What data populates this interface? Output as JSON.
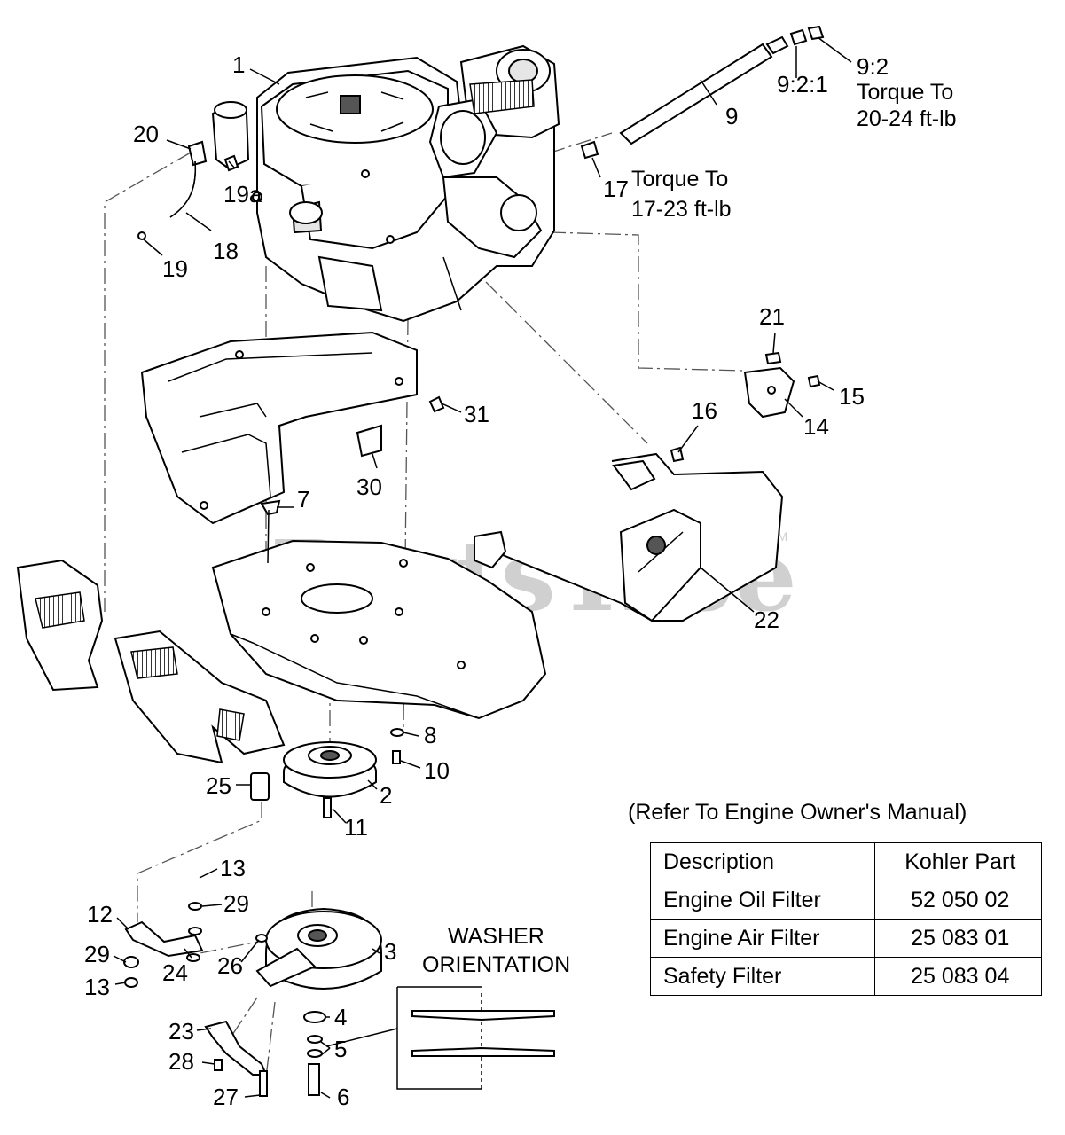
{
  "watermark": {
    "text": "PartsTree",
    "trademark": "TM"
  },
  "callouts": {
    "c1": "1",
    "c2": "2",
    "c3": "3",
    "c4": "4",
    "c5": "5",
    "c6": "6",
    "c7": "7",
    "c8": "8",
    "c9": "9",
    "c9_2_1": "9:2:1",
    "c9_2": "9:2",
    "c10": "10",
    "c11": "11",
    "c12": "12",
    "c13a": "13",
    "c13b": "13",
    "c14": "14",
    "c15": "15",
    "c16": "16",
    "c17": "17",
    "c18": "18",
    "c19a": "19a",
    "c19b": "19",
    "c20": "20",
    "c21": "21",
    "c22": "22",
    "c23": "23",
    "c24": "24",
    "c25": "25",
    "c26": "26",
    "c27": "27",
    "c28": "28",
    "c29a": "29",
    "c29b": "29",
    "c30": "30",
    "c31": "31"
  },
  "notes": {
    "torque_9_line1": "Torque To",
    "torque_9_line2": "20-24 ft-lb",
    "torque_17_line1": "Torque To",
    "torque_17_line2": "17-23 ft-lb",
    "washer_line1": "WASHER",
    "washer_line2": "ORIENTATION"
  },
  "filter_reference": {
    "note": "(Refer To Engine Owner's Manual)",
    "headers": {
      "description": "Description",
      "part": "Kohler Part"
    },
    "rows": [
      {
        "description": "Engine Oil Filter",
        "part": "52 050 02"
      },
      {
        "description": "Engine Air Filter",
        "part": "25 083 01"
      },
      {
        "description": "Safety Filter",
        "part": "25 083 04"
      }
    ]
  }
}
